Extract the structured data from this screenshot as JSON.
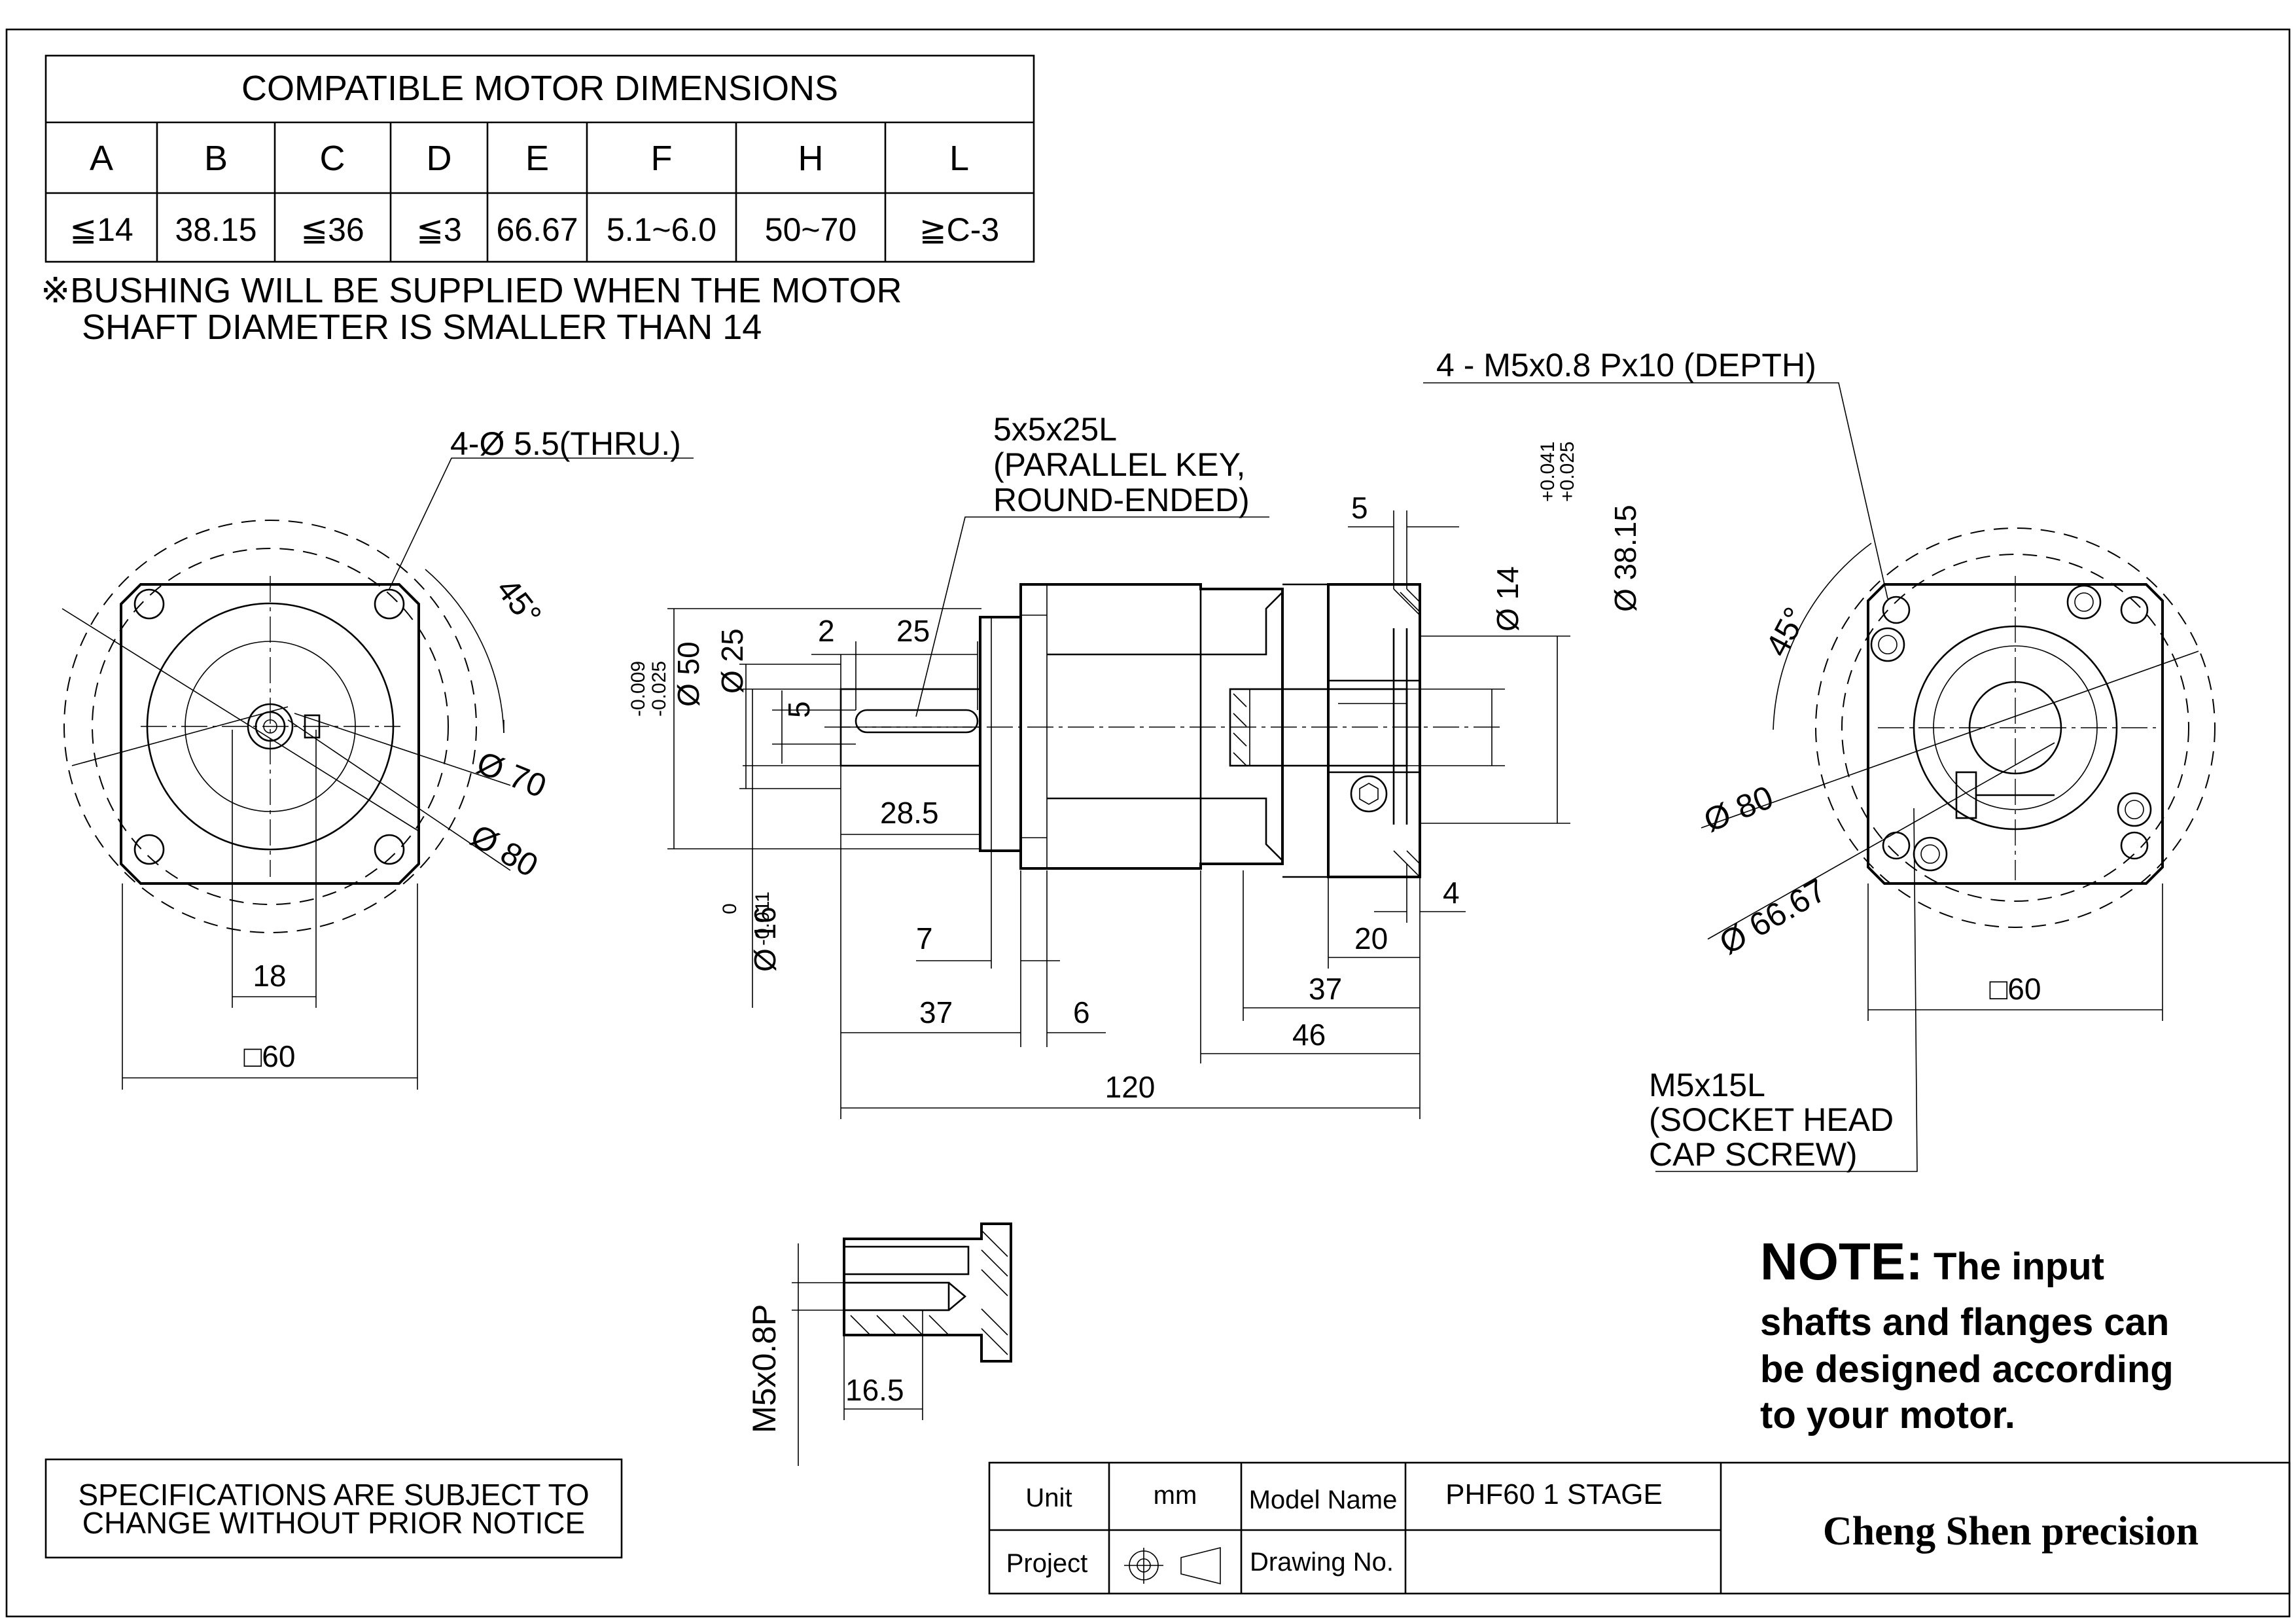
{
  "compat_table": {
    "title": "COMPATIBLE MOTOR DIMENSIONS",
    "headers": [
      "A",
      "B",
      "C",
      "D",
      "E",
      "F",
      "H",
      "L"
    ],
    "values": [
      "≦14",
      "38.15",
      "≦36",
      "≦3",
      "66.67",
      "5.1~6.0",
      "50~70",
      "≧C-3"
    ]
  },
  "bushing_note": {
    "line1": "※BUSHING WILL BE SUPPLIED WHEN THE MOTOR",
    "line2": "SHAFT DIAMETER IS SMALLER THAN 14"
  },
  "left_view": {
    "holes": "4-Ø 5.5(THRU.)",
    "angle": "45°",
    "dia70": "Ø 70",
    "dia80": "Ø 80",
    "dim18": "18",
    "sq60": "□60"
  },
  "side_view": {
    "key1": "5x5x25L",
    "key2": "(PARALLEL KEY,",
    "key3": "ROUND-ENDED)",
    "d2": "2",
    "d25": "25",
    "d5key": "5",
    "d5top": "5",
    "d50": "Ø 50",
    "tol50_up": "-0.009",
    "tol50_lo": "-0.025",
    "d25dia": "Ø 25",
    "d28_5": "28.5",
    "d16": "Ø 16",
    "tol16_up": "0",
    "tol16_lo": "-0.011",
    "d7": "7",
    "d37a": "37",
    "d6": "6",
    "d120": "120",
    "d14": "Ø 14",
    "d38": "Ø 38.15",
    "tol38_up": "+0.041",
    "tol38_lo": "+0.025",
    "d4": "4",
    "d20": "20",
    "d37b": "37",
    "d46": "46"
  },
  "right_view": {
    "thread": "4 - M5x0.8 Px10 (DEPTH)",
    "angle": "45°",
    "dia80": "Ø 80",
    "dia66": "Ø 66.67",
    "sq60": "□60",
    "screw1": "M5x15L",
    "screw2": "(SOCKET HEAD",
    "screw3": "CAP SCREW)"
  },
  "detail_view": {
    "thread": "M5x0.8P",
    "d16_5": "16.5"
  },
  "note": {
    "head": "NOTE:",
    "l1": " The input",
    "l2": "shafts and flanges can",
    "l3": "be designed according",
    "l4": "to your motor."
  },
  "spec_box": {
    "line1": "SPECIFICATIONS ARE SUBJECT  TO",
    "line2": "CHANGE WITHOUT PRIOR NOTICE"
  },
  "title_block": {
    "unit_label": "Unit",
    "unit_value": "mm",
    "model_label": "Model Name",
    "model_value": "PHF60 1 STAGE",
    "project_label": "Project",
    "drawing_label": "Drawing No.",
    "company": "Cheng Shen precision"
  }
}
